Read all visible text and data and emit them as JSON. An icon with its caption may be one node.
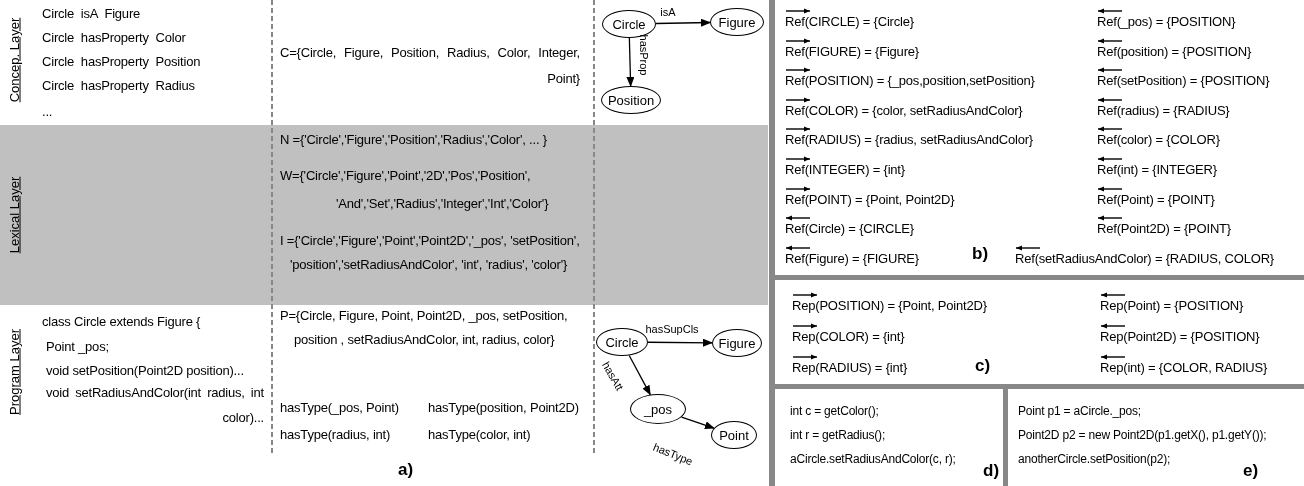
{
  "diagram": {
    "nodes": [
      {
        "text": [
          "Circle"
        ]
      },
      {
        "text": [
          "Figure"
        ]
      },
      {
        "text": [
          "Position"
        ]
      },
      {
        "text": [
          "Circle"
        ]
      },
      {
        "text": [
          "Figure"
        ]
      },
      {
        "text": [
          "_pos"
        ]
      },
      {
        "text": [
          "Point"
        ]
      }
    ],
    "edges": [
      {
        "from": 0,
        "to": 1,
        "arrow": "to",
        "label": "isA"
      },
      {
        "from": 0,
        "to": 2,
        "arrow": "to",
        "label": "hasProp"
      },
      {
        "from": 3,
        "to": 4,
        "arrow": "to",
        "label": "hasSupCls"
      },
      {
        "from": 3,
        "to": 5,
        "arrow": "to",
        "label": "hasAtt"
      },
      {
        "from": 5,
        "to": 6,
        "arrow": "to",
        "label": "hasType"
      }
    ],
    "labels": [
      "Concep. Layer",
      "Circle  isA  Figure",
      "Circle  hasProperty  Color",
      "Circle  hasProperty  Position",
      "Circle  hasProperty  Radius",
      "...",
      "C={Circle, Figure, Position, Radius, Color, Integer, Point}",
      "Lexical Layer",
      "N ={'Circle','Figure','Position','Radius','Color', ... }",
      "W={'Circle','Figure','Point','2D','Pos','Position', 'And','Set','Radius','Integer','Int','Color'}",
      "I ={'Circle','Figure','Point','Point2D','_pos', 'setPosition', 'position','setRadiusAndColor', 'int', 'radius', 'color'}",
      "Program Layer",
      "class Circle extends Figure {",
      "Point _pos;",
      "void setPosition(Point2D position)...",
      "void setRadiusAndColor(int radius, int color)...",
      "P={Circle, Figure, Point, Point2D, _pos, setPosition, position , setRadiusAndColor, int, radius, color}",
      "hasType(_pos, Point)",
      "hasType(position, Point2D)",
      "hasType(radius, int)",
      "hasType(color, int)",
      "a)",
      "Ref(CIRCLE) = {Circle}",
      "Ref(FIGURE) = {Figure}",
      "Ref(POSITION) = {_pos,position,setPosition}",
      "Ref(COLOR) = {color, setRadiusAndColor}",
      "Ref(RADIUS) = {radius, setRadiusAndColor}",
      "Ref(INTEGER) = {int}",
      "Ref(POINT) = {Point, Point2D}",
      "Ref(Circle) = {CIRCLE}",
      "Ref(Figure) = {FIGURE}",
      "Ref(_pos) = {POSITION}",
      "Ref(position) = {POSITION}",
      "Ref(setPosition) = {POSITION}",
      "Ref(radius) = {RADIUS}",
      "Ref(color) = {COLOR}",
      "Ref(int) = {INTEGER}",
      "Ref(Point) = {POINT}",
      "Ref(Point2D) = {POINT}",
      "Ref(setRadiusAndColor) = {RADIUS, COLOR}",
      "b)",
      "Rep(POSITION) = {Point, Point2D}",
      "Rep(COLOR) = {int}",
      "Rep(RADIUS) = {int}",
      "Rep(Point) = {POSITION}",
      "Rep(Point2D) = {POSITION}",
      "Rep(int) = {COLOR, RADIUS}",
      "c)",
      "int c = getColor();",
      "int r = getRadius();",
      "aCircle.setRadiusAndColor(c, r);",
      "d)",
      "Point p1 = aCircle._pos;",
      "Point2D p2 = new Point2D(p1.getX(), p1.getY());",
      "anotherCircle.setPosition(p2);",
      "e)"
    ]
  }
}
